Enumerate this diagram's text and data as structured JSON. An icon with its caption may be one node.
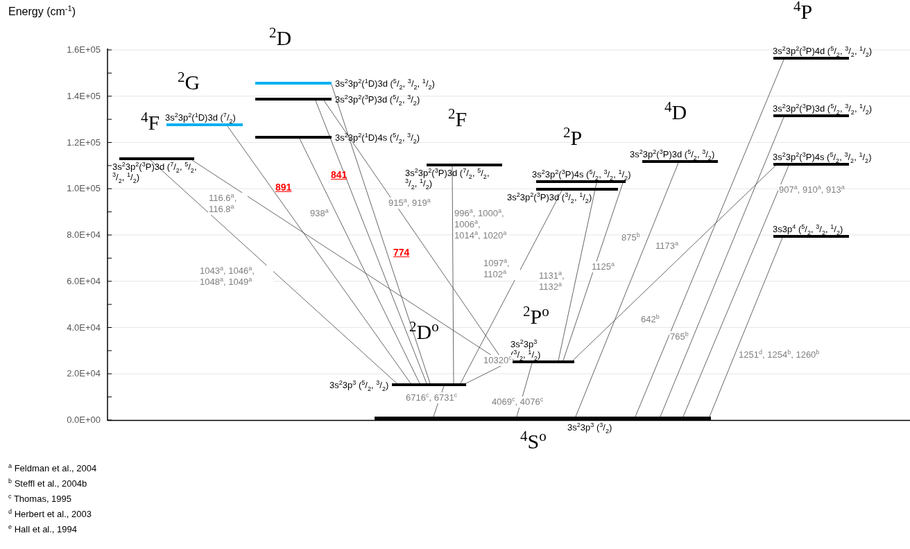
{
  "diagram": {
    "nodes": [
      {
        "text": [
          "3s$^{2}$3p$^{2}$($^{3}$P)3d ($^{7}$/$_{2}$, $^{5}$/$_{2}$, $^{3}$/$_{2}$, $^{1}$/$_{2}$)"
        ]
      },
      {
        "text": [
          "3s$^{2}$3p$^{2}$($^{1}$D)3d ($^{7}$/$_{2}$)"
        ]
      },
      {
        "text": [
          "3s$^{2}$3p$^{2}$($^{1}$D)3d ($^{5}$/$_{2}$, $^{3}$/$_{2}$, $^{1}$/$_{2}$)"
        ]
      },
      {
        "text": [
          "3s$^{2}$3p$^{2}$($^{3}$P)3d ($^{5}$/$_{2}$, $^{3}$/$_{2}$)"
        ]
      },
      {
        "text": [
          "3s$^{2}$3p$^{2}$($^{1}$D)4s ($^{5}$/$_{2}$, $^{3}$/$_{2}$)"
        ]
      },
      {
        "text": [
          "3s$^{2}$3p$^{2}$($^{3}$P)3d ($^{7}$/$_{2}$, $^{5}$/$_{2}$, $^{3}$/$_{2}$, $^{1}$/$_{2}$)"
        ]
      },
      {
        "text": [
          "3s$^{2}$3p$^{2}$($^{3}$P)4s ($^{5}$/$_{2}$, $^{3}$/$_{2}$, $^{1}$/$_{2}$)"
        ]
      },
      {
        "text": [
          "3s$^{2}$3p$^{2}$($^{3}$P)3d ($^{3}$/$_{2}$, $^{1}$/$_{2}$)"
        ]
      },
      {
        "text": [
          "3s$^{2}$3p$^{2}$($^{3}$P)3d ($^{5}$/$_{2}$, $^{3}$/$_{2}$)"
        ]
      },
      {
        "text": [
          "3s$^{2}$3p$^{2}$($^{3}$P)4d ($^{5}$/$_{2}$, $^{3}$/$_{2}$, $^{1}$/$_{2}$)"
        ]
      },
      {
        "text": [
          "3s$^{2}$3p$^{2}$($^{3}$P)3d ($^{5}$/$_{2}$, $^{3}$/$_{2}$, $^{1}$/$_{2}$)"
        ]
      },
      {
        "text": [
          "3s$^{2}$3p$^{2}$($^{3}$P)4s ($^{5}$/$_{2}$, $^{3}$/$_{2}$, $^{1}$/$_{2}$)"
        ]
      },
      {
        "text": [
          "3s3p$^{4}$ ($^{5}$/$_{2}$, $^{3}$/$_{2}$, $^{1}$/$_{2}$)"
        ]
      },
      {
        "text": [
          "3s$^{2}$3p$^{3}$ ($^{5}$/$_{2}$, $^{3}$/$_{2}$)"
        ]
      },
      {
        "text": [
          "3s$^{2}$3p$^{3}$ ($^{3}$/$_{2}$, $^{1}$/$_{2}$)"
        ]
      },
      {
        "text": [
          "3s$^{2}$3p$^{3}$ ($^{3}$/$_{2}$)"
        ]
      }
    ],
    "edges": [
      {
        "from": 0,
        "to": 13,
        "arrow": "none",
        "label": "1043$^{a}$, 1046$^{a}$, 1048$^{a}$, 1049$^{a}$"
      },
      {
        "from": 0,
        "to": 14,
        "arrow": "none",
        "label": "116.6$^{a}$, 116.8$^{a}$"
      },
      {
        "from": 1,
        "to": 13,
        "arrow": "none"
      },
      {
        "from": 2,
        "to": 13,
        "arrow": "none"
      },
      {
        "from": 3,
        "to": 13,
        "arrow": "none"
      },
      {
        "from": 3,
        "to": 14,
        "arrow": "none",
        "label": "915$^{a}$, 919$^{a}$"
      },
      {
        "from": 4,
        "to": 13,
        "arrow": "none",
        "label": "938$^{a}$"
      },
      {
        "from": 5,
        "to": 13,
        "arrow": "none",
        "label": "996$^{a}$, 1000$^{a}$, 1006$^{a}$, 1014$^{a}$, 1020$^{a}$"
      },
      {
        "from": 7,
        "to": 13,
        "arrow": "none",
        "label": "1097$^{a}$, 1102$^{a}$"
      },
      {
        "from": 6,
        "to": 14,
        "arrow": "none",
        "label": "1131$^{a}$, 1132$^{a}$"
      },
      {
        "from": 6,
        "to": 14,
        "arrow": "none",
        "label": "1125$^{a}$"
      },
      {
        "from": 11,
        "to": 14,
        "arrow": "none",
        "label": "1173$^{a}$"
      },
      {
        "from": 14,
        "to": 13,
        "arrow": "none",
        "label": "10320$^{c}$"
      },
      {
        "from": 13,
        "to": 15,
        "arrow": "none",
        "label": "6716$^{c}$, 6731$^{c}$"
      },
      {
        "from": 14,
        "to": 15,
        "arrow": "none",
        "label": "4069$^{c}$, 4076$^{c}$"
      },
      {
        "from": 8,
        "to": 15,
        "arrow": "none",
        "label": "875$^{b}$"
      },
      {
        "from": 9,
        "to": 15,
        "arrow": "none",
        "label": "642$^{b}$"
      },
      {
        "from": 10,
        "to": 15,
        "arrow": "none",
        "label": "765$^{b}$"
      },
      {
        "from": 11,
        "to": 15,
        "arrow": "none",
        "label": "907$^{a}$, 910$^{a}$, 913$^{a}$"
      },
      {
        "from": 12,
        "to": 15,
        "arrow": "none",
        "label": "1251$^{d}$, 1254$^{b}$, 1260$^{b}$"
      }
    ],
    "labels": [
      "Energy (cm$^{-1}$)",
      "1.6E+05",
      "1.4E+05",
      "1.2E+05",
      "1.0E+05",
      "8.0E+04",
      "6.0E+04",
      "4.0E+04",
      "2.0E+04",
      "0.0E+00",
      "$^{4}$F",
      "$^{2}$G",
      "$^{2}$D",
      "$^{2}$F",
      "$^{2}$P",
      "$^{4}$D",
      "$^{4}$P",
      "$^{2}$D$^{o}$",
      "$^{2}$P$^{o}$",
      "$^{4}$S$^{o}$",
      "891",
      "841",
      "774",
      "$^{a}$ Feldman et al., 2004",
      "$^{b}$ Steffl et al., 2004b",
      "$^{c}$ Thomas, 1995",
      "$^{d}$ Herbert et al., 2003",
      "$^{e}$ Hall et al., 1994"
    ]
  }
}
